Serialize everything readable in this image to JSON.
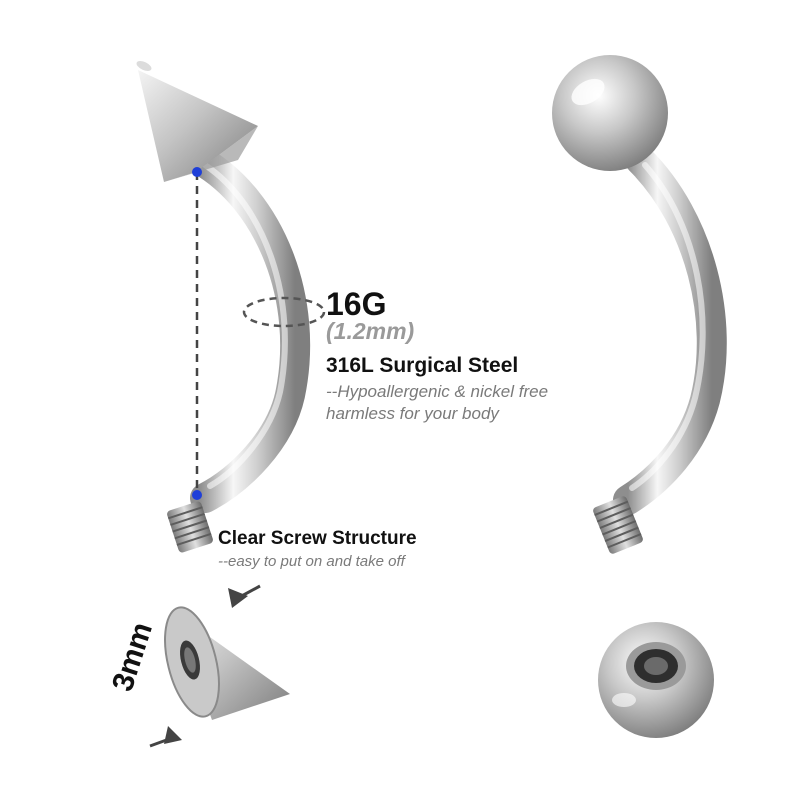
{
  "gauge": {
    "value": "16G",
    "mm": "(1.2mm)"
  },
  "material": {
    "title": "316L Surgical Steel",
    "note_line1": "--Hypoallergenic & nickel free",
    "note_line2": "harmless for your body"
  },
  "screw": {
    "title": "Clear Screw Structure",
    "note": "--easy to put on and take off"
  },
  "size_label": "3mm",
  "colors": {
    "steel_light": "#f4f4f4",
    "steel_mid": "#c9c9c9",
    "steel_dark": "#8e8e8e",
    "marker_dot": "#1f3fd8",
    "dash_line": "#444444",
    "arrow": "#444444"
  }
}
